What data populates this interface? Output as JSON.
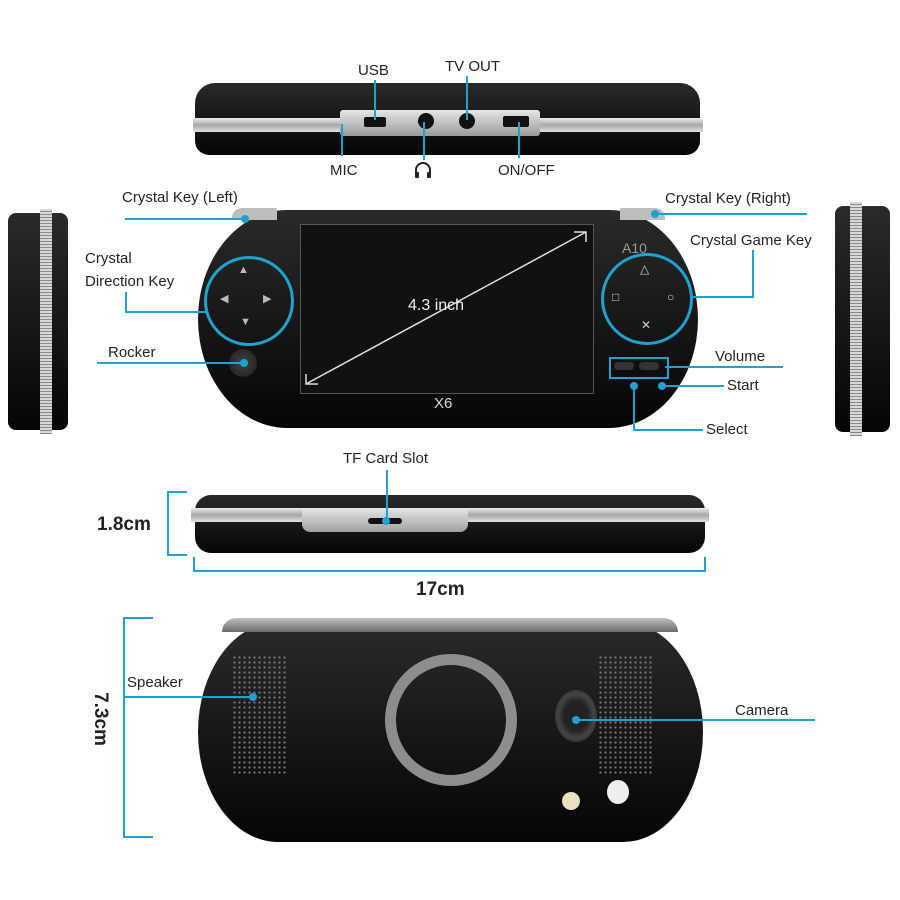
{
  "colors": {
    "accent": "#1ea3d0",
    "device_body": "#0d0d0d",
    "chrome": "#c8c8c8"
  },
  "top_view": {
    "labels": {
      "usb": "USB",
      "tv_out": "TV OUT",
      "mic": "MIC",
      "headphone_icon": "headphones-icon",
      "on_off": "ON/OFF"
    }
  },
  "front_view": {
    "labels": {
      "crystal_key_left": "Crystal Key (Left)",
      "crystal_key_right": "Crystal Key (Right)",
      "crystal_direction_key_line1": "Crystal",
      "crystal_direction_key_line2": "Direction Key",
      "crystal_game_key": "Crystal Game Key",
      "rocker": "Rocker",
      "volume": "Volume",
      "start": "Start",
      "select": "Select"
    },
    "screen_size": "4.3 inch",
    "model_name": "X6",
    "model_badge": "A10",
    "dpad_glyphs": [
      "▲",
      "◀",
      "▶",
      "▼"
    ],
    "action_glyphs": [
      "△",
      "□",
      "○",
      "✕"
    ]
  },
  "bottom_view": {
    "labels": {
      "tf_card_slot": "TF Card Slot"
    },
    "thickness": "1.8cm",
    "width": "17cm"
  },
  "back_view": {
    "labels": {
      "speaker": "Speaker",
      "camera": "Camera"
    },
    "height": "7.3cm"
  }
}
